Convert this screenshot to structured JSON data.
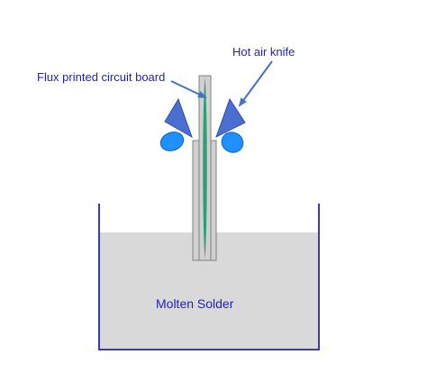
{
  "labels": {
    "board": "Flux printed circuit board",
    "knife": "Hot air knife",
    "solder": "Molten Solder"
  },
  "colors": {
    "label_text": "#1f1fbf",
    "arrow": "#4472c4",
    "knife_fill": "#4a6fd0",
    "knife_stroke": "#2f52a8",
    "drop_fill": "#1e90ff",
    "drop_stroke": "#1060c0",
    "solder_fill": "#d9d9d9",
    "tank_stroke": "#3b3bb8",
    "sleeve_fill": "#d0d0d0",
    "sleeve_stroke": "#808080",
    "board_fill": "#2e9f73"
  }
}
